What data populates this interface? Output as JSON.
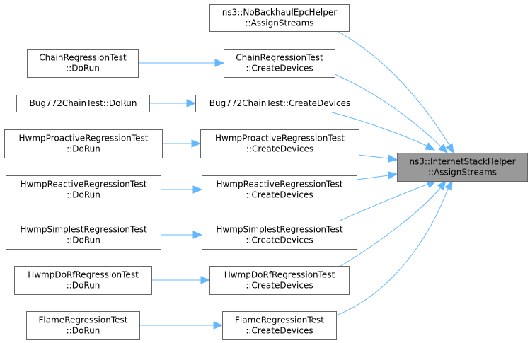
{
  "graph": {
    "root": {
      "id": "root",
      "lines": [
        "ns3::InternetStackHelper",
        "::AssignStreams"
      ]
    },
    "nodes": [
      {
        "id": "nobackhaul",
        "lines": [
          "ns3::NoBackhaulEpcHelper",
          "::AssignStreams"
        ]
      },
      {
        "id": "chain-create",
        "lines": [
          "ChainRegressionTest",
          "::CreateDevices"
        ]
      },
      {
        "id": "chain-dorun",
        "lines": [
          "ChainRegressionTest",
          "::DoRun"
        ]
      },
      {
        "id": "bug772-create",
        "lines": [
          "Bug772ChainTest::CreateDevices"
        ]
      },
      {
        "id": "bug772-dorun",
        "lines": [
          "Bug772ChainTest::DoRun"
        ]
      },
      {
        "id": "proactive-create",
        "lines": [
          "HwmpProactiveRegressionTest",
          "::CreateDevices"
        ]
      },
      {
        "id": "proactive-dorun",
        "lines": [
          "HwmpProactiveRegressionTest",
          "::DoRun"
        ]
      },
      {
        "id": "reactive-create",
        "lines": [
          "HwmpReactiveRegressionTest",
          "::CreateDevices"
        ]
      },
      {
        "id": "reactive-dorun",
        "lines": [
          "HwmpReactiveRegressionTest",
          "::DoRun"
        ]
      },
      {
        "id": "simplest-create",
        "lines": [
          "HwmpSimplestRegressionTest",
          "::CreateDevices"
        ]
      },
      {
        "id": "simplest-dorun",
        "lines": [
          "HwmpSimplestRegressionTest",
          "::DoRun"
        ]
      },
      {
        "id": "dorf-create",
        "lines": [
          "HwmpDoRfRegressionTest",
          "::CreateDevices"
        ]
      },
      {
        "id": "dorf-dorun",
        "lines": [
          "HwmpDoRfRegressionTest",
          "::DoRun"
        ]
      },
      {
        "id": "flame-create",
        "lines": [
          "FlameRegressionTest",
          "::CreateDevices"
        ]
      },
      {
        "id": "flame-dorun",
        "lines": [
          "FlameRegressionTest",
          "::DoRun"
        ]
      }
    ],
    "edges": [
      {
        "from": "nobackhaul",
        "to": "root"
      },
      {
        "from": "chain-create",
        "to": "root"
      },
      {
        "from": "chain-dorun",
        "to": "chain-create"
      },
      {
        "from": "bug772-create",
        "to": "root"
      },
      {
        "from": "bug772-dorun",
        "to": "bug772-create"
      },
      {
        "from": "proactive-create",
        "to": "root"
      },
      {
        "from": "proactive-dorun",
        "to": "proactive-create"
      },
      {
        "from": "reactive-create",
        "to": "root"
      },
      {
        "from": "reactive-dorun",
        "to": "reactive-create"
      },
      {
        "from": "simplest-create",
        "to": "root"
      },
      {
        "from": "simplest-dorun",
        "to": "simplest-create"
      },
      {
        "from": "dorf-create",
        "to": "root"
      },
      {
        "from": "dorf-dorun",
        "to": "dorf-create"
      },
      {
        "from": "flame-create",
        "to": "root"
      },
      {
        "from": "flame-dorun",
        "to": "flame-create"
      }
    ],
    "colors": {
      "edge": "#63b8ff",
      "root_fill": "#999999",
      "border": "#666666"
    }
  }
}
